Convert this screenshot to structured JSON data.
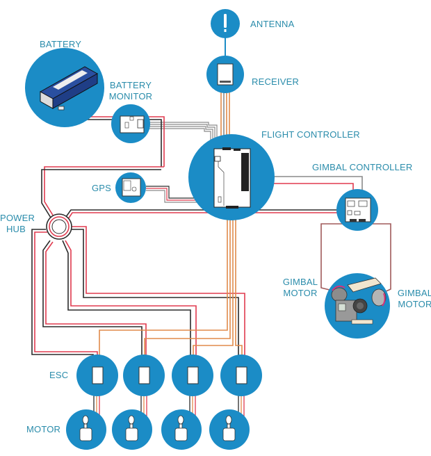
{
  "colors": {
    "node_fill": "#1b8cc6",
    "label": "#2a8cab",
    "wire_black": "#2b2b2b",
    "wire_red": "#e03a4e",
    "wire_orange": "#e08a4a",
    "wire_gray": "#8a8a8a",
    "wire_signal": "#3a9ad0"
  },
  "labels": {
    "antenna": "ANTENNA",
    "receiver": "RECEIVER",
    "battery": "BATTERY",
    "battery_monitor_line1": "BATTERY",
    "battery_monitor_line2": "MONITOR",
    "flight_controller": "FLIGHT CONTROLLER",
    "gimbal_controller": "GIMBAL CONTROLLER",
    "gps": "GPS",
    "power_hub_line1": "POWER",
    "power_hub_line2": "HUB",
    "gimbal_motor_left_line1": "GIMBAL",
    "gimbal_motor_left_line2": "MOTOR",
    "gimbal_motor_right_line1": "GIMBAL",
    "gimbal_motor_right_line2": "MOTOR",
    "esc": "ESC",
    "motor": "MOTOR"
  },
  "components": [
    {
      "id": "antenna",
      "icon": "antenna-icon"
    },
    {
      "id": "receiver",
      "icon": "receiver-icon"
    },
    {
      "id": "battery",
      "icon": "battery-icon"
    },
    {
      "id": "battery-monitor",
      "icon": "circuit-board-icon"
    },
    {
      "id": "flight-controller",
      "icon": "flight-controller-board-icon"
    },
    {
      "id": "gps",
      "icon": "gps-module-icon"
    },
    {
      "id": "power-hub",
      "icon": "power-hub-icon"
    },
    {
      "id": "gimbal-controller",
      "icon": "circuit-board-icon"
    },
    {
      "id": "gimbal",
      "icon": "camera-gimbal-icon"
    },
    {
      "id": "esc",
      "count": 4,
      "icon": "esc-icon"
    },
    {
      "id": "motor",
      "count": 4,
      "icon": "motor-icon"
    }
  ]
}
